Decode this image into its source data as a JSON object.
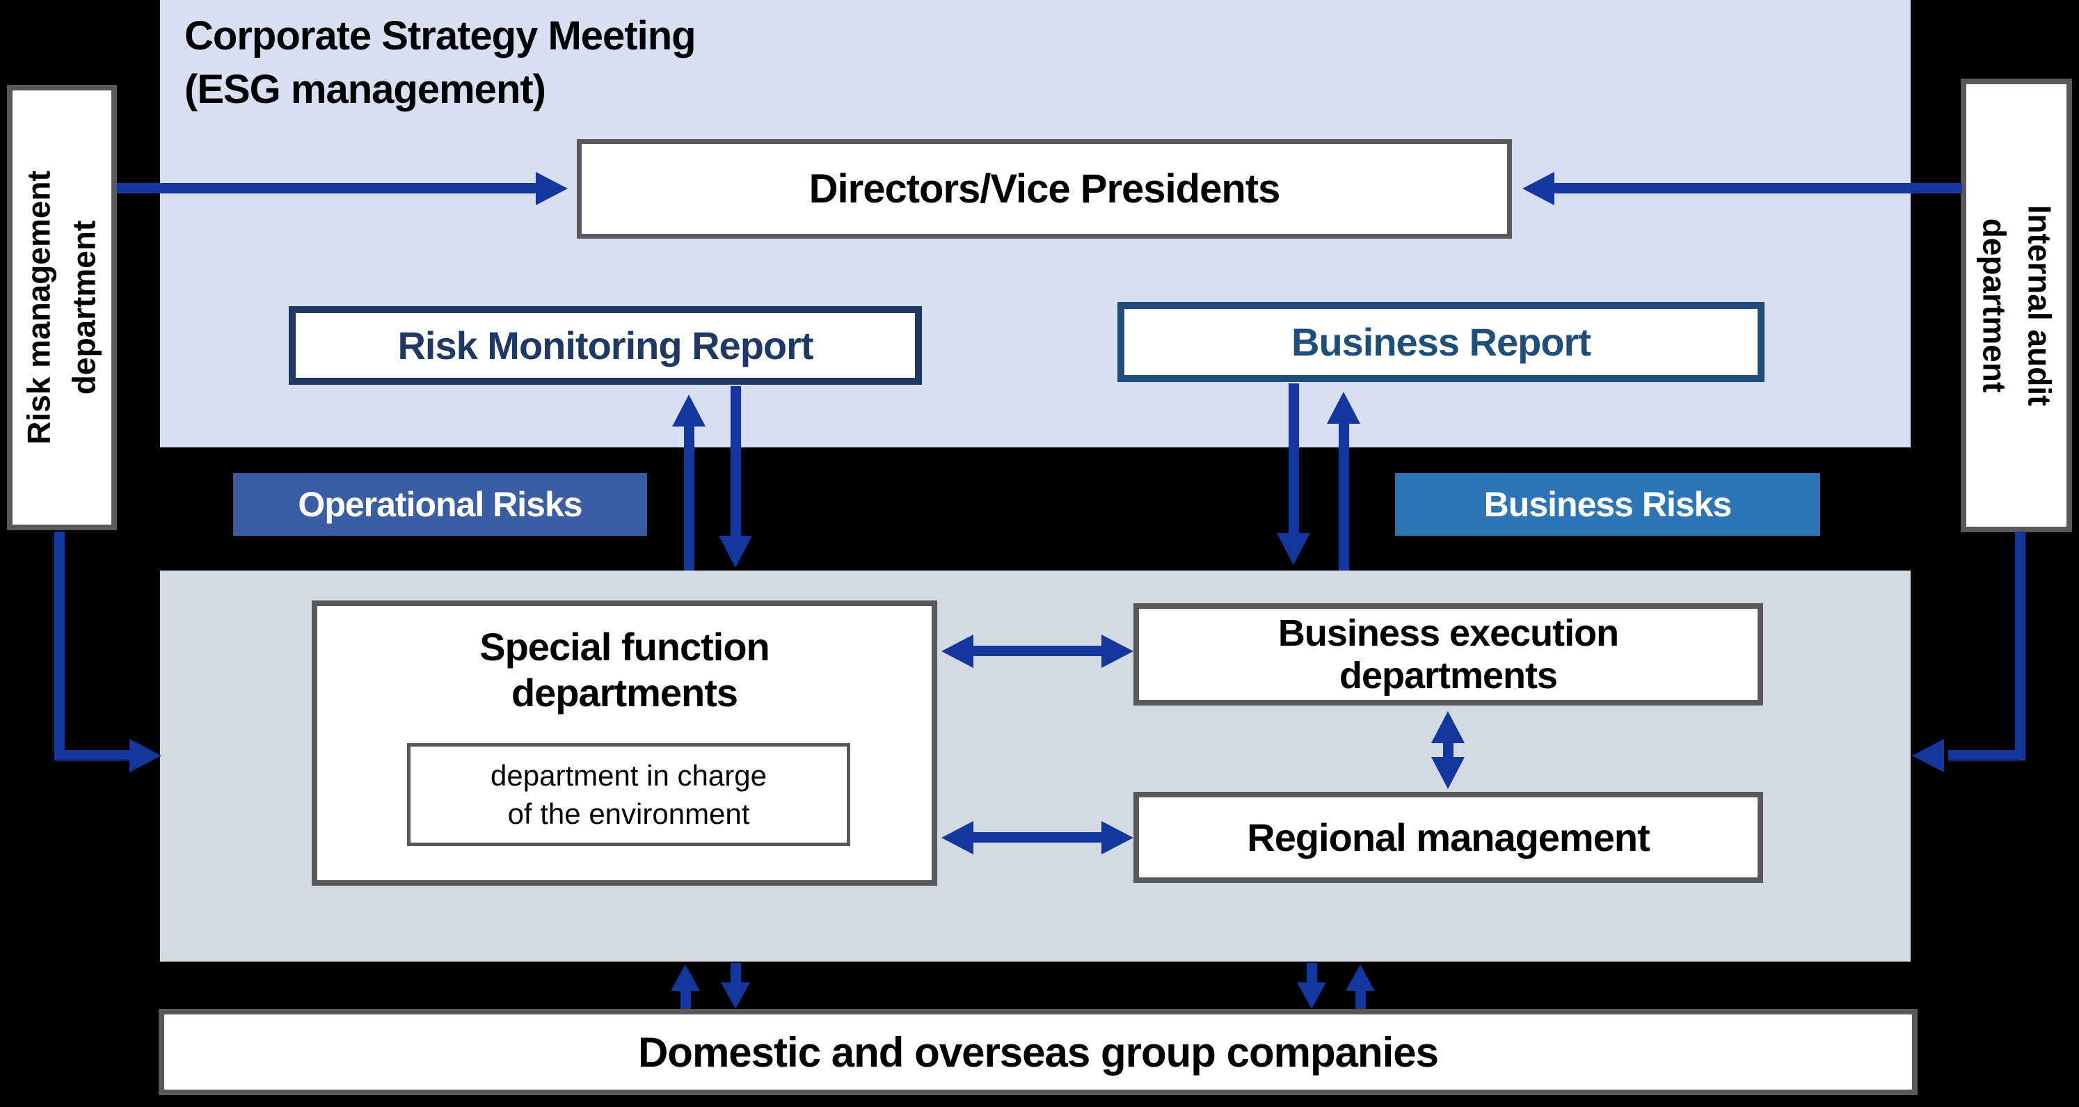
{
  "colors": {
    "background": "#000000",
    "top_panel": "#D9DFF3",
    "middle_panel": "#D3DAE4",
    "arrow": "#14379D",
    "gray_border": "#595959",
    "risk_navy": "#1F3864",
    "business_steel": "#1F4E7B",
    "operational_bg": "#3B5DA4",
    "business_bg": "#2E75B6",
    "white": "#FFFFFF",
    "black": "#000000"
  },
  "top_panel": {
    "title_line1": "Corporate Strategy Meeting",
    "title_line2": "(ESG management)",
    "directors_box": "Directors/Vice Presidents",
    "risk_monitoring_report": "Risk Monitoring Report",
    "business_report": "Business Report"
  },
  "side_left": {
    "line1": "Risk management",
    "line2": "department"
  },
  "side_right": {
    "line1": "Internal audit",
    "line2": "department"
  },
  "risk_labels": {
    "operational": "Operational Risks",
    "business": "Business Risks"
  },
  "middle_panel": {
    "special_function_line1": "Special function",
    "special_function_line2": "departments",
    "environment_line1": "department in charge",
    "environment_line2": "of the environment",
    "business_execution_line1": "Business execution",
    "business_execution_line2": "departments",
    "regional_management": "Regional management"
  },
  "bottom": {
    "group_companies": "Domestic and overseas group companies"
  }
}
